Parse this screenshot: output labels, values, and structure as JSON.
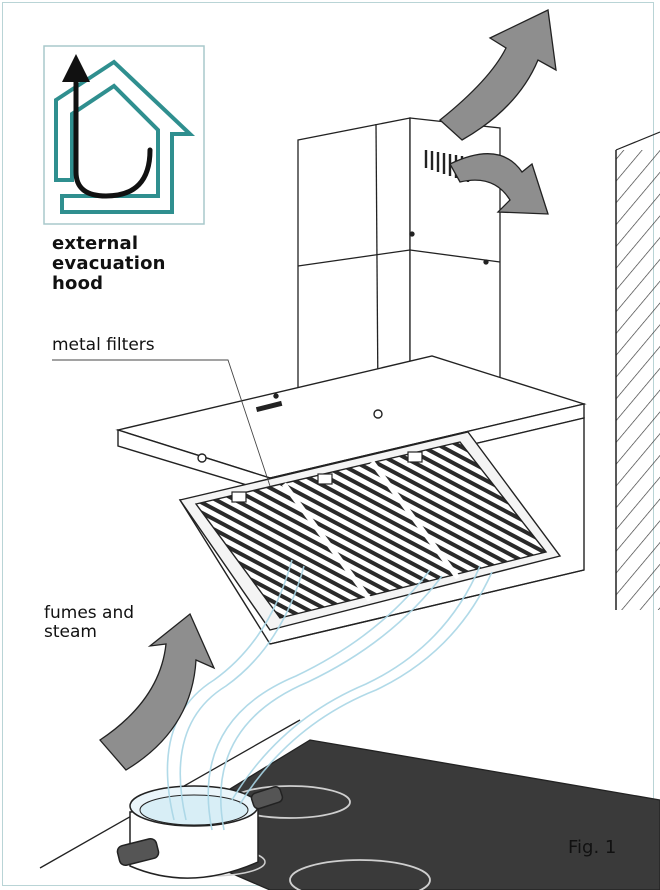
{
  "labels": {
    "external_hood": [
      "external",
      "evacuation",
      "hood"
    ],
    "metal_filters": "metal filters",
    "fumes": [
      "fumes and",
      "steam"
    ],
    "figure": "Fig. 1"
  },
  "icons": {
    "house_icon": "house-outline-icon",
    "exhaust_arrow": "curved-up-arrow-icon"
  },
  "colors": {
    "frame": "#b9d4d6",
    "house": "#2f8f8f",
    "arrow_fill": "#8e8e8e",
    "steam": "#bfe3ee",
    "line": "#1a1a1a"
  }
}
